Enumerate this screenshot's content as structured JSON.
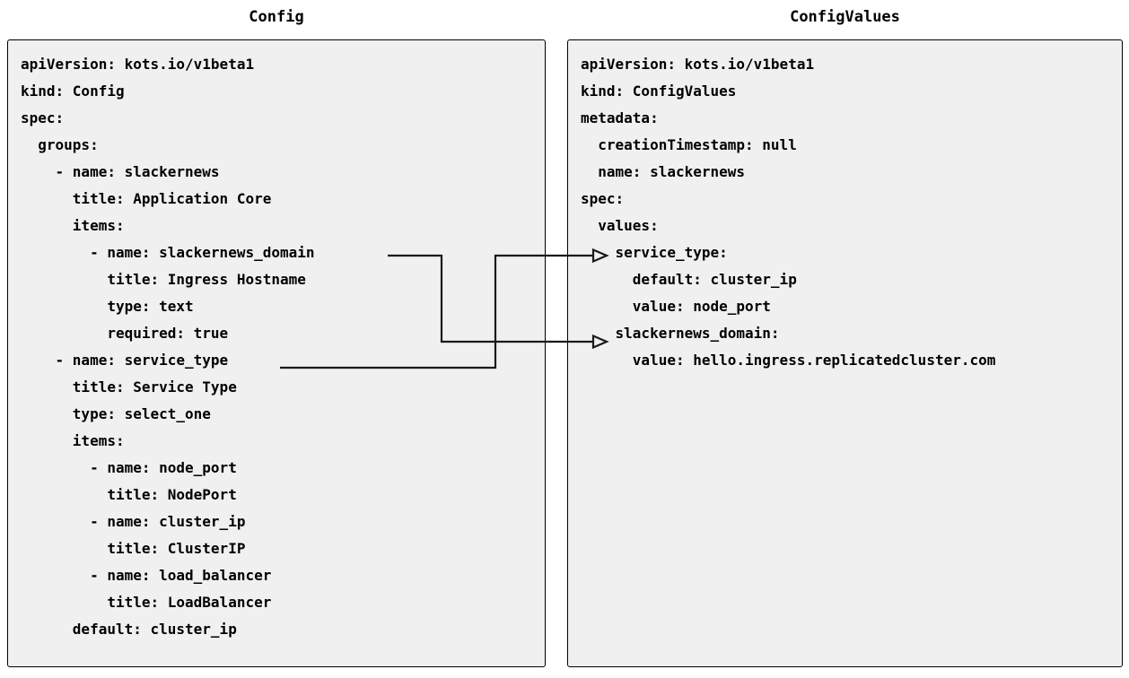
{
  "diagram": {
    "type": "two-panel-yaml-mapping",
    "background_color": "#ffffff",
    "panel_fill_color": "#f0f0f0",
    "panel_border_color": "#000000",
    "connector_color": "#1a1a1a"
  },
  "left_panel": {
    "title": "Config",
    "code": "apiVersion: kots.io/v1beta1\nkind: Config\nspec:\n  groups:\n    - name: slackernews\n      title: Application Core\n      items:\n        - name: slackernews_domain\n          title: Ingress Hostname\n          type: text\n          required: true\n    - name: service_type\n      title: Service Type\n      type: select_one\n      items:\n        - name: node_port\n          title: NodePort\n        - name: cluster_ip\n          title: ClusterIP\n        - name: load_balancer\n          title: LoadBalancer\n      default: cluster_ip",
    "lines": [
      "apiVersion: kots.io/v1beta1",
      "kind: Config",
      "spec:",
      "  groups:",
      "    - name: slackernews",
      "      title: Application Core",
      "      items:",
      "        - name: slackernews_domain",
      "          title: Ingress Hostname",
      "          type: text",
      "          required: true",
      "    - name: service_type",
      "      title: Service Type",
      "      type: select_one",
      "      items:",
      "        - name: node_port",
      "          title: NodePort",
      "        - name: cluster_ip",
      "          title: ClusterIP",
      "        - name: load_balancer",
      "          title: LoadBalancer",
      "      default: cluster_ip"
    ]
  },
  "right_panel": {
    "title": "ConfigValues",
    "code": "apiVersion: kots.io/v1beta1\nkind: ConfigValues\nmetadata:\n  creationTimestamp: null\n  name: slackernews\nspec:\n  values:\n    service_type:\n      default: cluster_ip\n      value: node_port\n    slackernews_domain:\n      value: hello.ingress.replicatedcluster.com",
    "lines": [
      "apiVersion: kots.io/v1beta1",
      "kind: ConfigValues",
      "metadata:",
      "  creationTimestamp: null",
      "  name: slackernews",
      "spec:",
      "  values:",
      "    service_type:",
      "      default: cluster_ip",
      "      value: node_port",
      "    slackernews_domain:",
      "      value: hello.ingress.replicatedcluster.com"
    ]
  },
  "connectors": [
    {
      "id": "slackernews-domain-connector",
      "from_label": "slackernews_domain",
      "to_label": "slackernews_domain:",
      "from_side": "config.items.slackernews_domain",
      "to_side": "configvalues.values.slackernews_domain",
      "arrowhead": "open-triangle"
    },
    {
      "id": "service-type-connector",
      "from_label": "service_type",
      "to_label": "service_type:",
      "from_side": "config.groups.service_type",
      "to_side": "configvalues.values.service_type",
      "arrowhead": "open-triangle"
    }
  ]
}
